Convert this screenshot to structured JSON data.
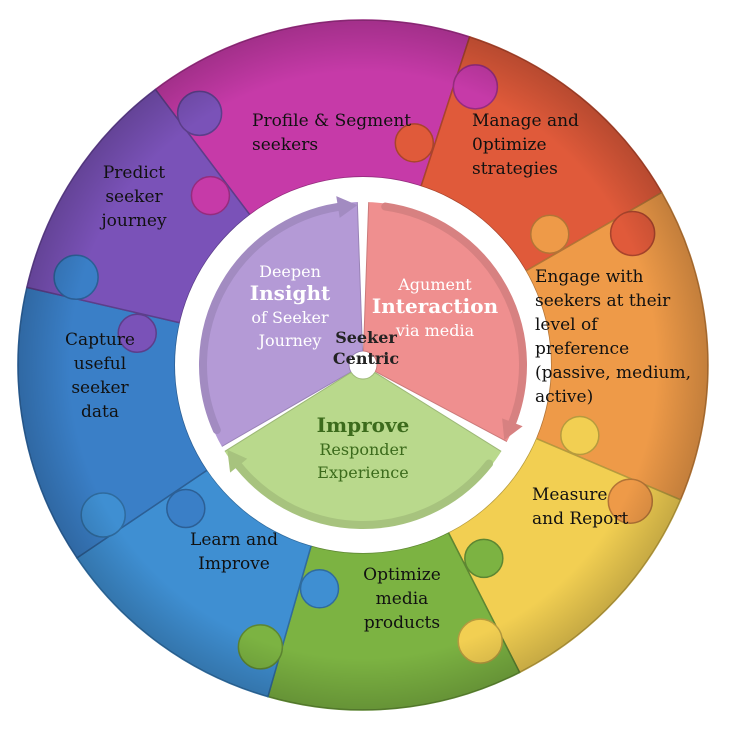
{
  "center": {
    "lines": [
      "Seeker",
      "Centric"
    ]
  },
  "inner": [
    {
      "id": "insight",
      "color": "#b49ad6",
      "lines": [
        "Deepen",
        "Insight",
        "of Seeker",
        "Journey"
      ],
      "bold_index": 1,
      "text_color": "#ffffff"
    },
    {
      "id": "interaction",
      "color": "#ef8f8f",
      "lines": [
        "Agument",
        "Interaction",
        "via  media"
      ],
      "bold_index": 1,
      "text_color": "#ffffff"
    },
    {
      "id": "experience",
      "color": "#b9d98c",
      "lines": [
        "Improve",
        "Responder",
        "Experience"
      ],
      "bold_index": 0,
      "text_color": "#3c6b1c"
    }
  ],
  "outer": [
    {
      "id": "profile",
      "color": "#c63aa8",
      "lines": [
        "Profile & Segment",
        "seekers"
      ]
    },
    {
      "id": "manage",
      "color": "#e05a3a",
      "lines": [
        "Manage and",
        "0ptimize",
        "strategies"
      ]
    },
    {
      "id": "engage",
      "color": "#ee9a48",
      "lines": [
        "Engage with",
        "seekers at their",
        "level of",
        "preference",
        "(passive, medium,",
        "active)"
      ]
    },
    {
      "id": "measure",
      "color": "#f2cf52",
      "lines": [
        "Measure",
        "and Report"
      ]
    },
    {
      "id": "optimize",
      "color": "#7cb342",
      "lines": [
        "Optimize",
        "media",
        "products"
      ]
    },
    {
      "id": "learn",
      "color": "#3f8fd2",
      "lines": [
        "Learn and",
        "Improve"
      ]
    },
    {
      "id": "capture",
      "color": "#3a7fc7",
      "lines": [
        "Capture",
        "useful",
        "seeker",
        "data"
      ]
    },
    {
      "id": "predict",
      "color": "#7a52b8",
      "lines": [
        "Predict",
        "seeker",
        "journey"
      ]
    }
  ]
}
